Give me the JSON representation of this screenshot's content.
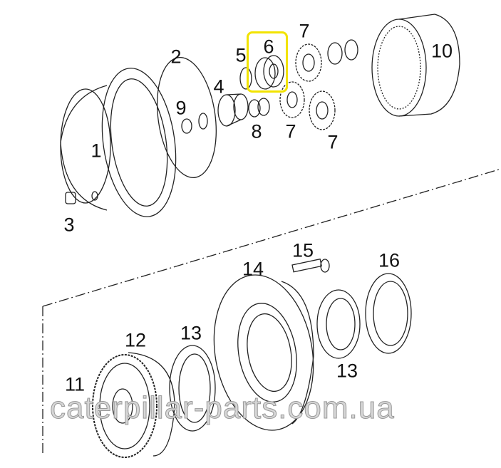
{
  "labels": {
    "p1": "1",
    "p2": "2",
    "p3": "3",
    "p4": "4",
    "p5": "5",
    "p6": "6",
    "p7a": "7",
    "p7b": "7",
    "p7c": "7",
    "p8": "8",
    "p9": "9",
    "p10": "10",
    "p11": "11",
    "p12": "12",
    "p13a": "13",
    "p13b": "13",
    "p14": "14",
    "p15": "15",
    "p16": "16"
  },
  "highlighted_part": "6",
  "highlight_color": "#f2e300",
  "watermark": "caterpillar-parts.com.ua"
}
